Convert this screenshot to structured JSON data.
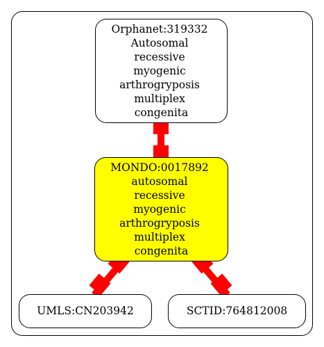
{
  "colors": {
    "edge": "#ff0000",
    "node_stroke": "#000000",
    "node_default_fill": "#ffffff",
    "node_highlight_fill": "#ffff00",
    "cluster_stroke": "#000000"
  },
  "nodes": {
    "orphanet": {
      "lines": [
        "Orphanet:319332",
        "Autosomal",
        "recessive",
        "myogenic",
        "arthrogryposis",
        "multiplex",
        "congenita"
      ]
    },
    "mondo": {
      "lines": [
        "MONDO:0017892",
        "autosomal",
        "recessive",
        "myogenic",
        "arthrogryposis",
        "multiplex",
        "congenita"
      ]
    },
    "umls": {
      "lines": [
        "UMLS:CN203942"
      ]
    },
    "sctid": {
      "lines": [
        "SCTID:764812008"
      ]
    }
  },
  "edges": [
    {
      "from": "orphanet",
      "to": "mondo"
    },
    {
      "from": "mondo",
      "to": "umls"
    },
    {
      "from": "mondo",
      "to": "sctid"
    }
  ]
}
